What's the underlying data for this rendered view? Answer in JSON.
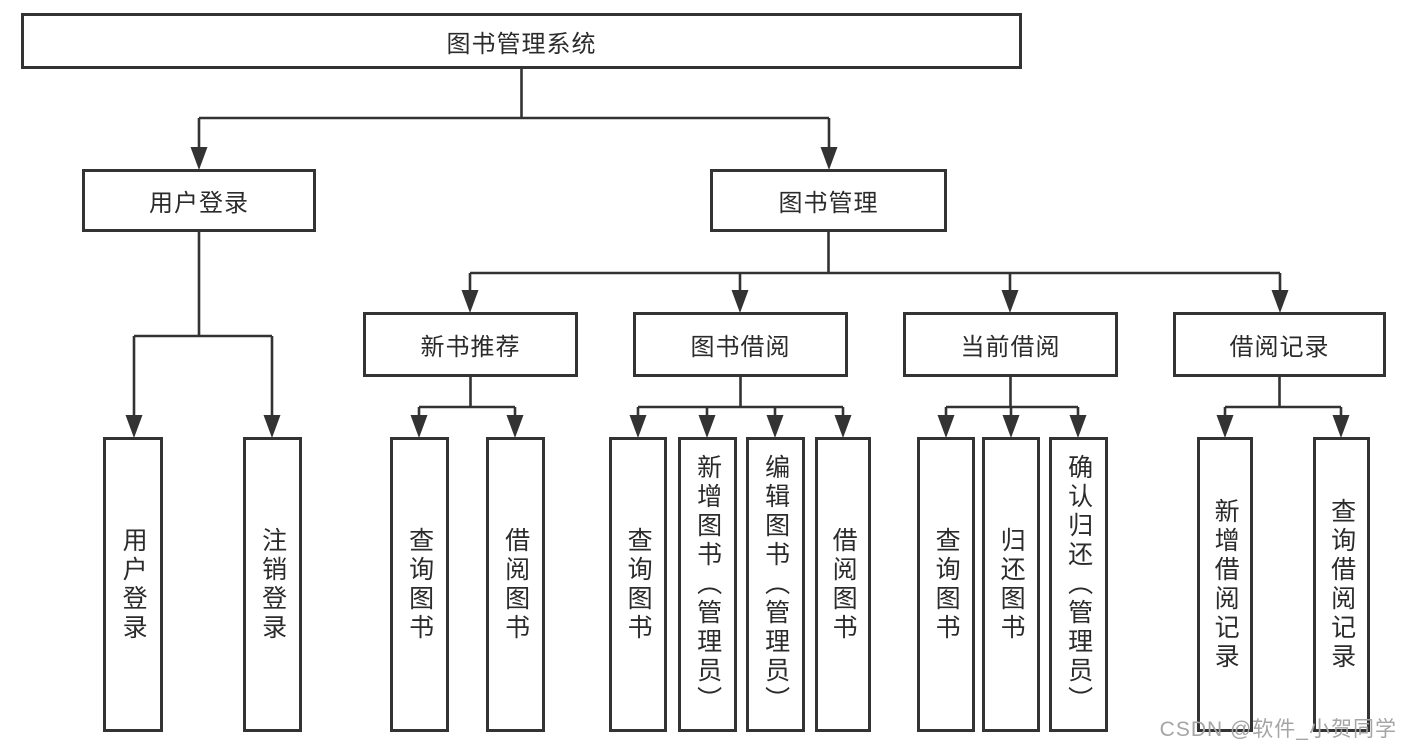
{
  "tree": {
    "root": "图书管理系统",
    "children": [
      {
        "label": "用户登录",
        "children": [
          "用户登录",
          "注销登录"
        ]
      },
      {
        "label": "图书管理",
        "children": [
          {
            "label": "新书推荐",
            "children": [
              "查询图书",
              "借阅图书"
            ]
          },
          {
            "label": "图书借阅",
            "children": [
              "查询图书",
              "新增图书（管理员）",
              "编辑图书（管理员）",
              "借阅图书"
            ]
          },
          {
            "label": "当前借阅",
            "children": [
              "查询图书",
              "归还图书",
              "确认归还（管理员）"
            ]
          },
          {
            "label": "借阅记录",
            "children": [
              "新增借阅记录",
              "查询借阅记录"
            ]
          }
        ]
      }
    ]
  },
  "watermark": "CSDN @软件_小贺同学",
  "colors": {
    "line": "#333333",
    "text": "#2b2b2b",
    "box_background": "#ffffff",
    "watermark": "#a5a5a5",
    "background": "#ffffff"
  }
}
